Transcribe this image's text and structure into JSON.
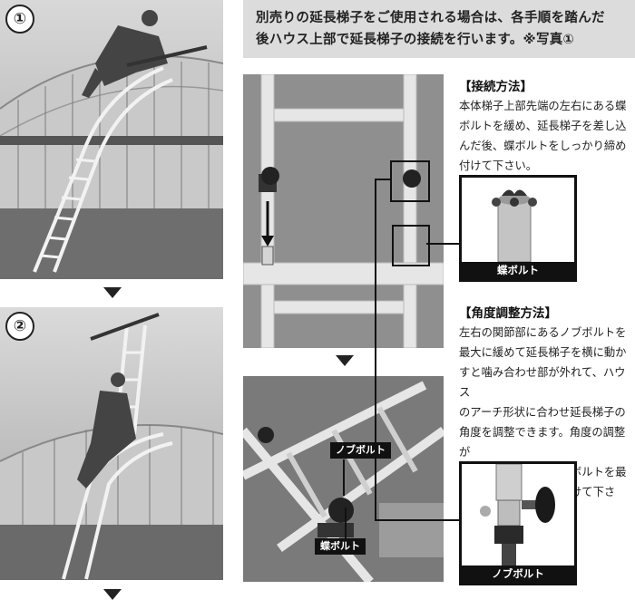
{
  "steps": {
    "step1_number": "①",
    "step2_number": "②"
  },
  "banner": {
    "line1": "別売りの延長梯子をご使用される場合は、各手順を踏んだ",
    "line2": "後ハウス上部で延長梯子の接続を行います。※写真①"
  },
  "connection": {
    "heading": "【接続方法】",
    "lines": [
      "本体梯子上部先端の左右にある蝶",
      "ボルトを緩め、延長梯子を差し込",
      "んだ後、蝶ボルトをしっかり締め",
      "付けて下さい。"
    ],
    "callout_caption": "蝶ボルト"
  },
  "angle": {
    "heading": "【角度調整方法】",
    "lines": [
      "左右の関節部にあるノブボルトを",
      "最大に緩めて延長梯子を横に動か",
      "すと噛み合わせ部が外れて、ハウス",
      "のアーチ形状に合わせ延長梯子の",
      "角度を調整できます。角度の調整が",
      "終了したら左右のノブボルトを最",
      "後までしっかり締め付けて下さい。"
    ],
    "callout_caption": "ノブボルト"
  },
  "photo_labels": {
    "knob_bolt": "ノブボルト",
    "wing_bolt": "蝶ボルト"
  }
}
